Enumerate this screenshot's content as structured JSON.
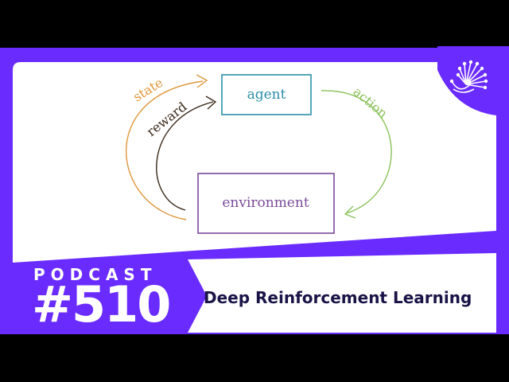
{
  "diagram": {
    "nodes": {
      "agent": "agent",
      "environment": "environment"
    },
    "edges": {
      "state": "state",
      "reward": "reward",
      "action": "action"
    }
  },
  "podcast": {
    "label": "PODCAST",
    "number": "#510",
    "title": "Deep Reinforcement Learning"
  },
  "colors": {
    "brand_purple": "#6a2bff",
    "agent_box": "#2b8fa8",
    "environment_box": "#7a4a9a",
    "state_arrow": "#e0953a",
    "reward_arrow": "#3a2a1a",
    "action_arrow": "#8ac25a",
    "title_text": "#1a1347"
  },
  "icons": {
    "logo": "peacock-fan-icon"
  }
}
